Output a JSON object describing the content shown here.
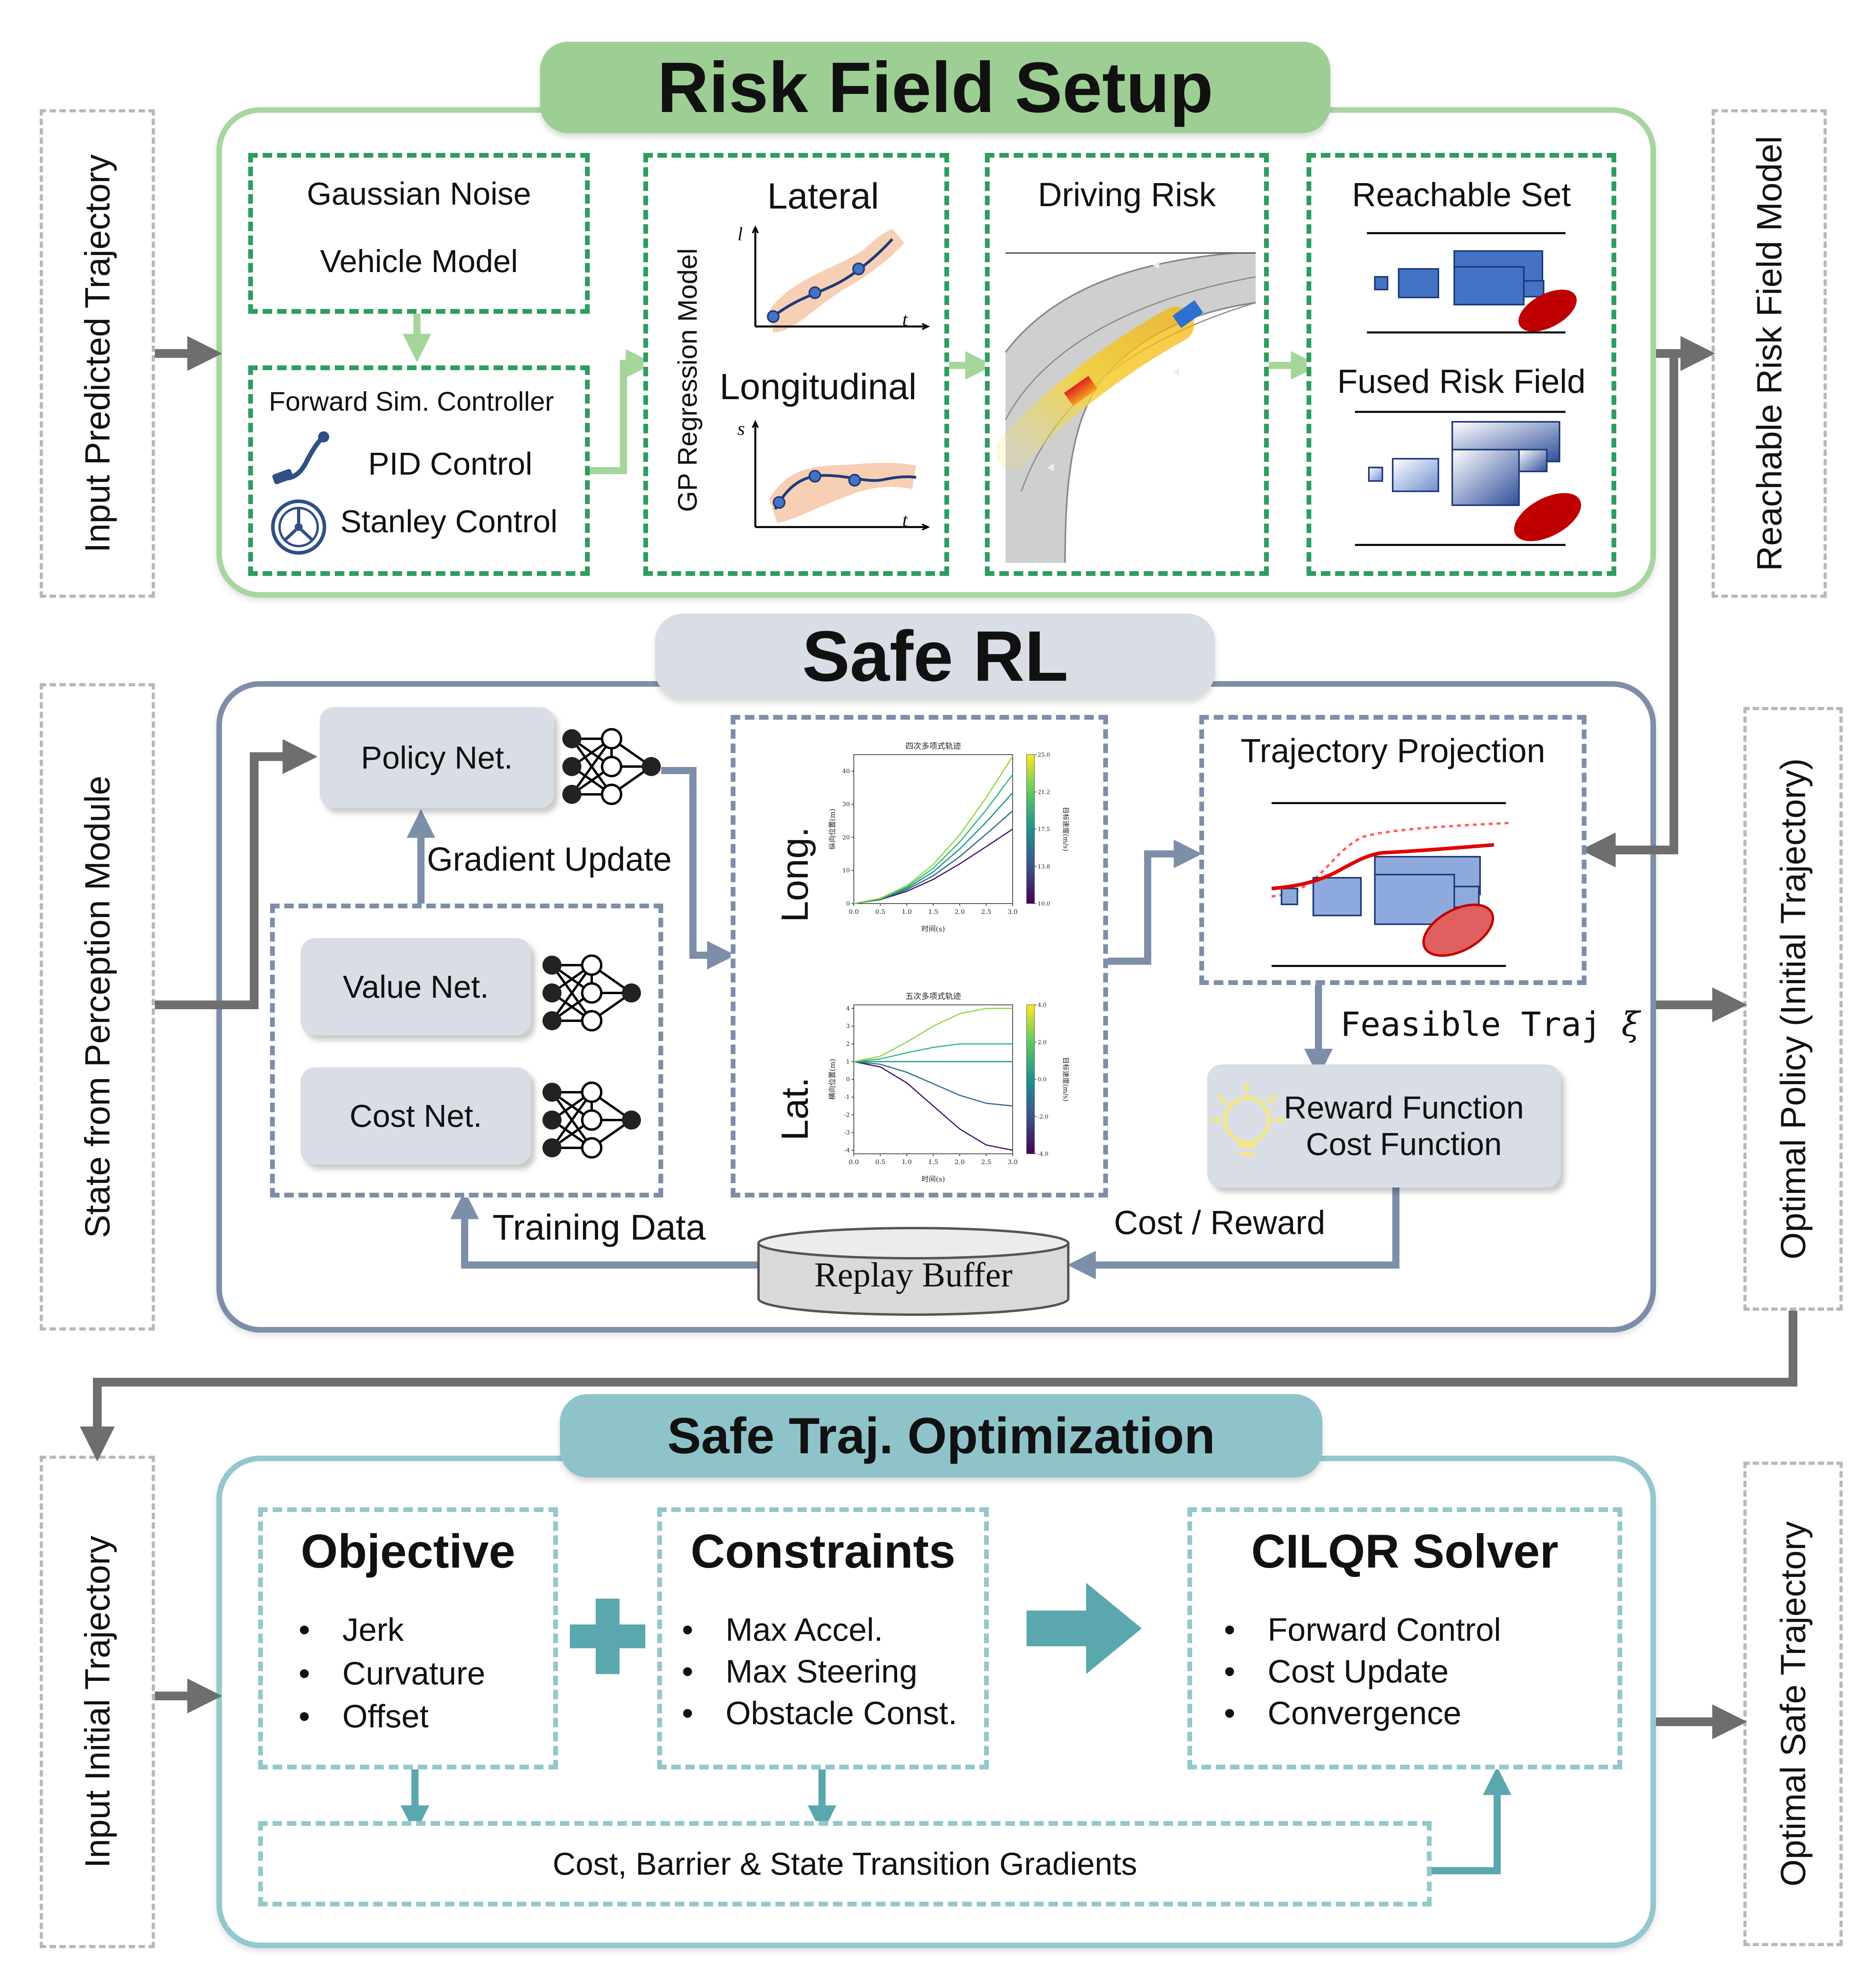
{
  "inputs": {
    "predicted_trajectory": "Input Predicted Trajectory",
    "perception_state": "State from Perception Module",
    "initial_trajectory": "Input Initial Trajectory"
  },
  "outputs": {
    "risk_field_model": "Reachable Risk Field Model",
    "optimal_policy": "Optimal Policy (Initial Trajectory)",
    "safe_trajectory": "Optimal Safe Trajectory"
  },
  "risk_field": {
    "title": "Risk Field Setup",
    "noise_box": {
      "line1": "Gaussian Noise",
      "line2": "Vehicle Model"
    },
    "controller_box": {
      "title": "Forward Sim. Controller",
      "pid": "PID Control",
      "stanley": "Stanley Control"
    },
    "gp_box": {
      "side_label": "GP Regression Model",
      "lateral": "Lateral",
      "longitudinal": "Longitudinal",
      "lat_y": "l",
      "lat_x": "t",
      "lon_y": "s",
      "lon_x": "t"
    },
    "driving_risk": "Driving Risk",
    "reachable_set": "Reachable Set",
    "fused_risk_field": "Fused Risk Field"
  },
  "safe_rl": {
    "title": "Safe RL",
    "policy_net": "Policy Net.",
    "gradient_update": "Gradient Update",
    "value_net": "Value Net.",
    "cost_net": "Cost Net.",
    "long_label": "Long.",
    "lat_label": "Lat.",
    "trajectory_projection": "Trajectory Projection",
    "feasible_traj": "Feasible Traj",
    "xi_symbol": "ξ",
    "reward_function": "Reward Function",
    "cost_function": "Cost Function",
    "training_data": "Training Data",
    "cost_reward": "Cost / Reward",
    "replay_buffer": "Replay Buffer"
  },
  "chart_data": [
    {
      "type": "line",
      "title": "四次多项式轨迹",
      "xlabel": "时间(s)",
      "ylabel": "纵向位置(m)",
      "colorbar_label": "目标速度(m/s)",
      "colorbar_ticks": [
        "10.0",
        "13.8",
        "17.5",
        "21.2",
        "25.0"
      ],
      "x_ticks": [
        "0.0",
        "0.5",
        "1.0",
        "1.5",
        "2.0",
        "2.5",
        "3.0"
      ],
      "y_ticks": [
        "0",
        "10",
        "20",
        "30",
        "40"
      ],
      "xlim": [
        0,
        3
      ],
      "ylim": [
        0,
        45
      ],
      "x": [
        0,
        0.5,
        1.0,
        1.5,
        2.0,
        2.5,
        3.0
      ],
      "series": [
        {
          "values": [
            0,
            1.2,
            3.7,
            7.3,
            12.0,
            17.2,
            22.5
          ],
          "color": "#45136b"
        },
        {
          "values": [
            0,
            1.3,
            4.2,
            8.4,
            14.2,
            21.0,
            28.0
          ],
          "color": "#2d6e8e"
        },
        {
          "values": [
            0,
            1.4,
            4.6,
            9.6,
            16.5,
            24.6,
            33.5
          ],
          "color": "#21918c"
        },
        {
          "values": [
            0,
            1.5,
            5.0,
            10.7,
            18.6,
            28.3,
            39.0
          ],
          "color": "#35b779"
        },
        {
          "values": [
            0,
            1.6,
            5.4,
            11.8,
            20.8,
            32.0,
            44.5
          ],
          "color": "#90d743"
        }
      ]
    },
    {
      "type": "line",
      "title": "五次多项式轨迹",
      "xlabel": "时间(s)",
      "ylabel": "横向位置(m)",
      "colorbar_label": "目标速度(m/s)",
      "colorbar_ticks": [
        "-4.0",
        "-2.0",
        "0.0",
        "2.0",
        "4.0"
      ],
      "x_ticks": [
        "0.0",
        "0.5",
        "1.0",
        "1.5",
        "2.0",
        "2.5",
        "3.0"
      ],
      "y_ticks": [
        "-4",
        "-3",
        "-2",
        "-1",
        "0",
        "1",
        "2",
        "3",
        "4"
      ],
      "xlim": [
        0,
        3
      ],
      "ylim": [
        -4.2,
        4.2
      ],
      "x": [
        0,
        0.5,
        1.0,
        1.5,
        2.0,
        2.5,
        3.0
      ],
      "series": [
        {
          "values": [
            1,
            0.7,
            -0.2,
            -1.5,
            -2.8,
            -3.7,
            -4.0
          ],
          "color": "#45136b"
        },
        {
          "values": [
            1,
            0.85,
            0.4,
            -0.25,
            -0.9,
            -1.35,
            -1.5
          ],
          "color": "#2d6e8e"
        },
        {
          "values": [
            1,
            1.0,
            1.0,
            1.0,
            1.0,
            1.0,
            1.0
          ],
          "color": "#21918c"
        },
        {
          "values": [
            1,
            1.15,
            1.5,
            1.8,
            2.0,
            2.0,
            2.0
          ],
          "color": "#35b779"
        },
        {
          "values": [
            1,
            1.3,
            2.1,
            3.0,
            3.7,
            4.0,
            4.0
          ],
          "color": "#90d743"
        }
      ]
    }
  ],
  "safe_traj_opt": {
    "title": "Safe Traj. Optimization",
    "objective": {
      "title": "Objective",
      "items": [
        "Jerk",
        "Curvature",
        "Offset"
      ]
    },
    "constraints": {
      "title": "Constraints",
      "items": [
        "Max Accel.",
        "Max Steering",
        "Obstacle Const."
      ]
    },
    "solver": {
      "title": "CILQR Solver",
      "items": [
        "Forward Control",
        "Cost Update",
        "Convergence"
      ]
    },
    "gradients": "Cost, Barrier & State Transition Gradients"
  },
  "colors": {
    "risk_panel_border": "#a8d4a0",
    "risk_banner": "#9dcf95",
    "rl_panel_border": "#7d8ea9",
    "rl_banner": "#d8dde6",
    "opt_panel_border": "#93c8cc",
    "opt_banner": "#8ec4c9",
    "flow_arrow": "#6e6e6e",
    "reachable_blue": "#4472c4",
    "obstacle_red": "#c00000"
  }
}
